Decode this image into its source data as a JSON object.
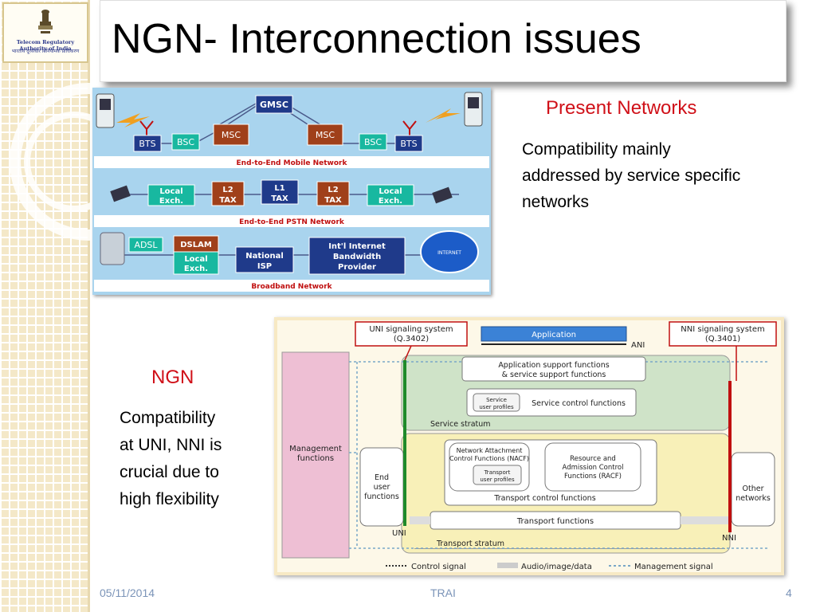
{
  "logo": {
    "org_name": "Telecom Regulatory Authority of India",
    "org_name_hindi": "भारतीय दूरसंचार विनियामक प्राधिकरण"
  },
  "slide": {
    "title": "NGN- Interconnection issues",
    "present_heading": "Present Networks",
    "present_text_lines": [
      "Compatibility mainly",
      "addressed by service specific",
      "networks"
    ],
    "ngn_heading": "NGN",
    "ngn_text_lines": [
      "Compatibility",
      "at UNI, NNI is",
      "crucial due to",
      "high flexibility"
    ]
  },
  "diagram1": {
    "mobile": {
      "caption": "End-to-End Mobile Network",
      "gmsc": "GMSC",
      "msc": "MSC",
      "bsc": "BSC",
      "bts": "BTS"
    },
    "pstn": {
      "caption": "End-to-End PSTN Network",
      "local_exch_1": "Local",
      "local_exch_2": "Exch.",
      "l2_1": "L2",
      "l2_2": "TAX",
      "l1_1": "L1",
      "l1_2": "TAX"
    },
    "broadband": {
      "caption": "Broadband Network",
      "adsl": "ADSL",
      "dslam": "DSLAM",
      "local_exch_1": "Local",
      "local_exch_2": "Exch.",
      "isp_1": "National",
      "isp_2": "ISP",
      "ibp_1": "Int'l Internet",
      "ibp_2": "Bandwidth",
      "ibp_3": "Provider",
      "internet": "INTERNET"
    }
  },
  "diagram2": {
    "uni_sig_1": "UNI signaling system",
    "uni_sig_2": "(Q.3402)",
    "nni_sig_1": "NNI signaling system",
    "nni_sig_2": "(Q.3401)",
    "application": "Application",
    "ani": "ANI",
    "app_support_1": "Application support functions",
    "app_support_2": "& service support functions",
    "service_profiles_1": "Service",
    "service_profiles_2": "user profiles",
    "service_control": "Service control functions",
    "service_stratum": "Service stratum",
    "management_1": "Management",
    "management_2": "functions",
    "end_user_1": "End",
    "end_user_2": "user",
    "end_user_3": "functions",
    "nacf_1": "Network Attachment",
    "nacf_2": "Control Functions (NACF)",
    "transport_profiles_1": "Transport",
    "transport_profiles_2": "user profiles",
    "racf_1": "Resource and",
    "racf_2": "Admission Control",
    "racf_3": "Functions (RACF)",
    "transport_control": "Transport control functions",
    "other_networks_1": "Other",
    "other_networks_2": "networks",
    "uni": "UNI",
    "nni": "NNI",
    "transport_functions": "Transport functions",
    "transport_stratum": "Transport stratum",
    "legend_control": "Control signal",
    "legend_media": "Audio/image/data",
    "legend_mgmt": "Management signal"
  },
  "footer": {
    "date": "05/11/2014",
    "center": "TRAI",
    "page": "4"
  },
  "colors": {
    "accent_red": "#d01018",
    "footer_text": "#7b94b8",
    "diagram_bg": "#a9d4ee",
    "node_navy": "#1f3a8a",
    "node_brown": "#a0401a",
    "node_teal": "#18b8a0"
  }
}
